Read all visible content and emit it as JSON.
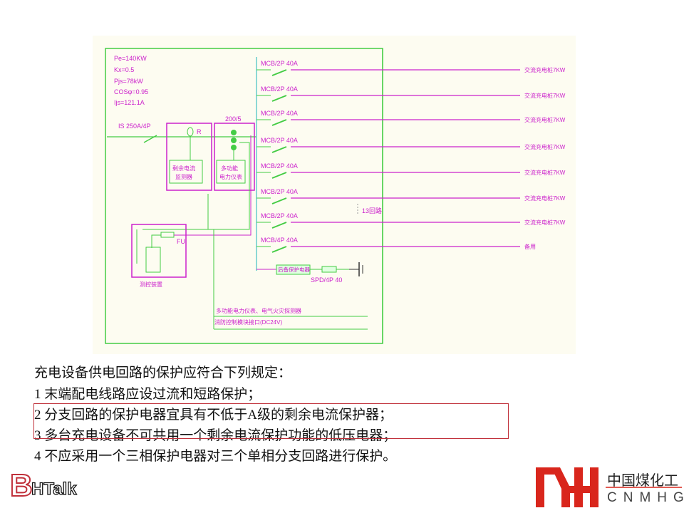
{
  "diagram": {
    "params": [
      "Pe=140KW",
      "Kx=0.5",
      "Pjs=78kW",
      "COSφ=0.95",
      "Ijs=121.1A"
    ],
    "main_switch": "IS 250A/4P",
    "ct_ratio": "200/5",
    "rcd_label": "R",
    "rcd_monitor": [
      "剩余电流",
      "监测器"
    ],
    "meter": [
      "多功能",
      "电力仪表"
    ],
    "fuse_label": "FU",
    "device_label": "测控装置",
    "branches": [
      {
        "breaker": "MCB/2P 40A",
        "load": "交流充电桩7KW"
      },
      {
        "breaker": "MCB/2P 40A",
        "load": "交流充电桩7KW"
      },
      {
        "breaker": "MCB/2P 40A",
        "load": "交流充电桩7KW"
      },
      {
        "breaker": "MCB/2P 40A",
        "load": "交流充电桩7KW"
      },
      {
        "breaker": "MCB/2P 40A",
        "load": "交流充电桩7KW"
      },
      {
        "breaker": "MCB/2P 40A",
        "load": "交流充电桩7KW"
      },
      {
        "breaker": "MCB/2P 40A",
        "load": "交流充电桩7KW"
      },
      {
        "breaker": "MCB/4P 40A",
        "load": "备用"
      }
    ],
    "loop_count": "13回路",
    "spd_box": "后备保护电器",
    "spd_label": "SPD/4P 40",
    "note1": "多功能电力仪表、电气火灾探测器",
    "note2": "消防控制模块接口(DC24V)"
  },
  "text": {
    "heading": "充电设备供电回路的保护应符合下列规定：",
    "items": [
      "1 末端配电线路应设过流和短路保护；",
      "2 分支回路的保护电器宜具有不低于A级的剩余电流保护器；",
      "3 多台充电设备不可共用一个剩余电流保护功能的低压电器；",
      "4 不应采用一个三相保护电器对三个单相分支回路进行保护。"
    ]
  },
  "logos": {
    "left": "BHTalk",
    "right_cn": "中国煤化工",
    "right_en": "CNMHG"
  },
  "colors": {
    "line_green": "#44cc44",
    "line_magenta": "#cc22cc",
    "highlight": "#c0303a",
    "brand_red": "#d9261c"
  }
}
